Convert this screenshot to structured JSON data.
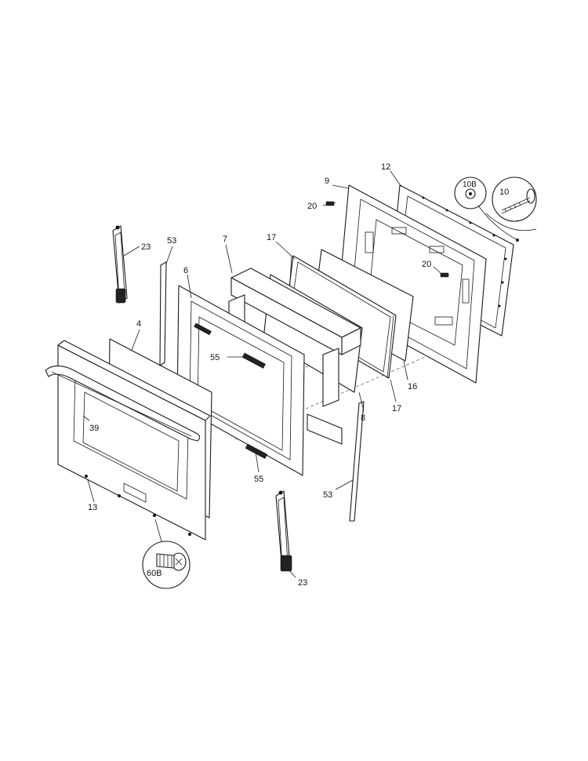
{
  "callouts": {
    "c23a": "23",
    "c23b": "23",
    "c53a": "53",
    "c53b": "53",
    "c7": "7",
    "c6": "6",
    "c4": "4",
    "c17a": "17",
    "c17b": "17",
    "c9": "9",
    "c12": "12",
    "c20a": "20",
    "c20b": "20",
    "c55a": "55",
    "c55b": "55",
    "c16": "16",
    "c8": "8",
    "c39": "39",
    "c13": "13",
    "c10": "10",
    "c10b": "10B",
    "c60b": "60B"
  }
}
